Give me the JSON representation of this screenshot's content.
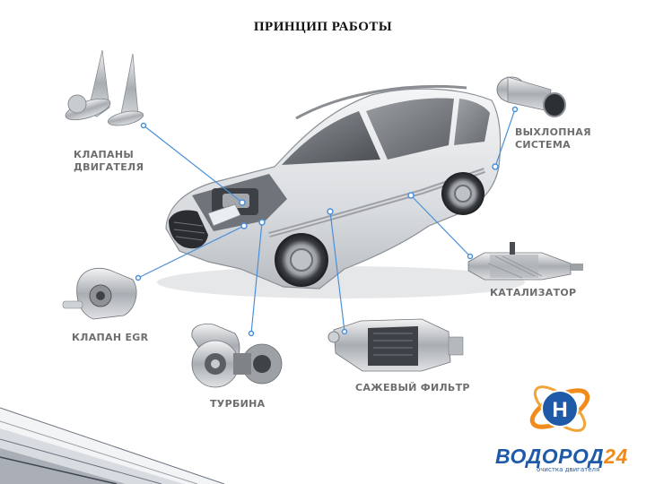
{
  "title": "ПРИНЦИП РАБОТЫ",
  "labels": {
    "valves_line1": "КЛАПАНЫ",
    "valves_line2": "ДВИГАТЕЛЯ",
    "exhaust_line1": "ВЫХЛОПНАЯ",
    "exhaust_line2": "СИСТЕМА",
    "catalyst": "КАТАЛИЗАТОР",
    "egr_valve": "КЛАПАН EGR",
    "particulate_filter": "САЖЕВЫЙ ФИЛЬТР",
    "turbine": "ТУРБИНА"
  },
  "brand": {
    "badge_letter": "Н",
    "name_text": "ВОДОРОД",
    "name_number": "24",
    "tagline": "очистка двигателя"
  },
  "colors": {
    "title": "#111111",
    "label_gray": "#6d6e70",
    "pointer_blue": "#4a90d9",
    "brand_blue": "#1e5aa8",
    "brand_orange": "#f08a1c"
  }
}
